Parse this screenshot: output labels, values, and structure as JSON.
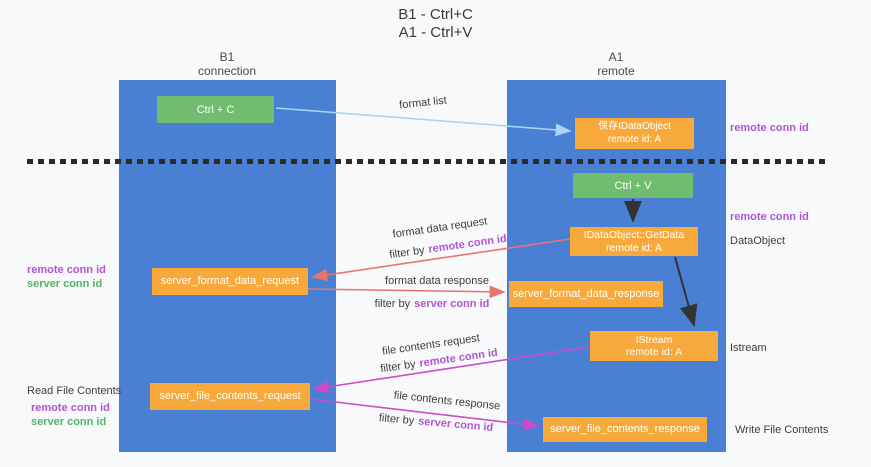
{
  "title": {
    "line1": "B1 - Ctrl+C",
    "line2": "A1 - Ctrl+V"
  },
  "columns": {
    "left": {
      "name": "B1",
      "subtitle": "connection"
    },
    "right": {
      "name": "A1",
      "subtitle": "remote"
    }
  },
  "nodes": {
    "ctrl_c": {
      "label": "Ctrl + C"
    },
    "ctrl_v": {
      "label": "Ctrl + V"
    },
    "save_dataobject": {
      "line1": "保存IDataObject",
      "line2": "remote id: A"
    },
    "getdata": {
      "line1": "IDataObject::GetData",
      "line2": "remote id: A"
    },
    "istream": {
      "line1": "IStream",
      "line2": "remote id: A"
    },
    "format_request": {
      "label": "server_format_data_request"
    },
    "format_response": {
      "label": "server_format_data_response"
    },
    "file_request": {
      "label": "server_file_contents_request"
    },
    "file_response": {
      "label": "server_file_contents_response"
    }
  },
  "edge_labels": {
    "format_list": "format list",
    "format_data_request": "format data request",
    "format_data_response": "format data response",
    "file_contents_request": "file contents request",
    "file_contents_response": "file contents response",
    "filter_by": "filter by",
    "remote_conn_id": "remote conn id",
    "server_conn_id": "server conn id"
  },
  "side_labels": {
    "right_remote_conn_top": "remote conn id",
    "right_remote_conn_mid": "remote conn id",
    "dataobject": "DataObject",
    "istream": "Istream",
    "write_file_contents": "Write File Contents",
    "read_file_contents": "Read File Contents",
    "left_remote_conn_format": "remote conn id",
    "left_server_conn_format": "server conn id",
    "left_remote_conn_file": "remote conn id",
    "left_server_conn_file": "server conn id"
  },
  "colors": {
    "column_blue": "#4a80d4",
    "box_green": "#71bd70",
    "box_orange": "#f7a93c",
    "arrow_salmon": "#eb736e",
    "arrow_magenta": "#cd4bc8",
    "arrow_lightblue": "#aad5f5",
    "arrow_black": "#333333",
    "text_purple": "#b055d2",
    "text_green": "#53b26b"
  }
}
